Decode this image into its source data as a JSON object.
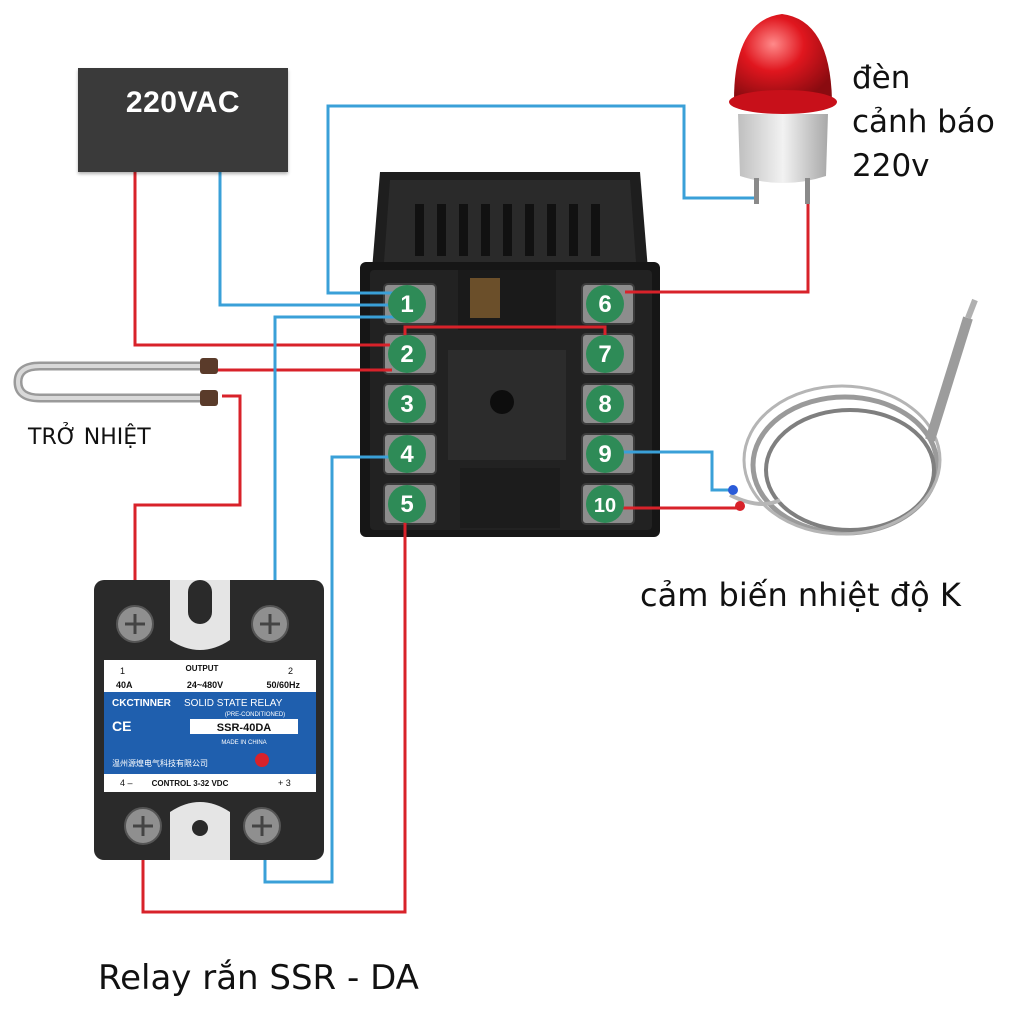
{
  "power_source": {
    "label": "220VAC"
  },
  "warning_lamp": {
    "caption_lines": [
      "đèn",
      "cảnh báo",
      "220v"
    ]
  },
  "heater": {
    "caption": "TRỞ NHIỆT"
  },
  "sensor": {
    "caption": "cảm biến nhiệt độ K"
  },
  "ssr": {
    "caption": "Relay rắn SSR - DA",
    "brand": "CKCTINNER",
    "title": "SOLID STATE RELAY",
    "subtitle": "(PRE-CONDITIONED)",
    "model": "SSR-40DA",
    "origin": "MADE IN CHINA",
    "output_label": "OUTPUT",
    "current": "40A",
    "voltage": "24~480V",
    "frequency": "50/60Hz",
    "control_label": "CONTROL 3-32 VDC",
    "ce_mark": "CE",
    "chinese_label": "温州源煌电气科技有限公司",
    "terminal_labels": [
      "1",
      "2",
      "4 –",
      "+ 3"
    ]
  },
  "controller": {
    "terminals": [
      "1",
      "2",
      "3",
      "4",
      "5",
      "6",
      "7",
      "8",
      "9",
      "10"
    ]
  },
  "colors": {
    "wire_red": "#d8222a",
    "wire_blue": "#3aa0d8",
    "terminal_green": "#2e8b57",
    "lamp_red": "#e0161e"
  }
}
